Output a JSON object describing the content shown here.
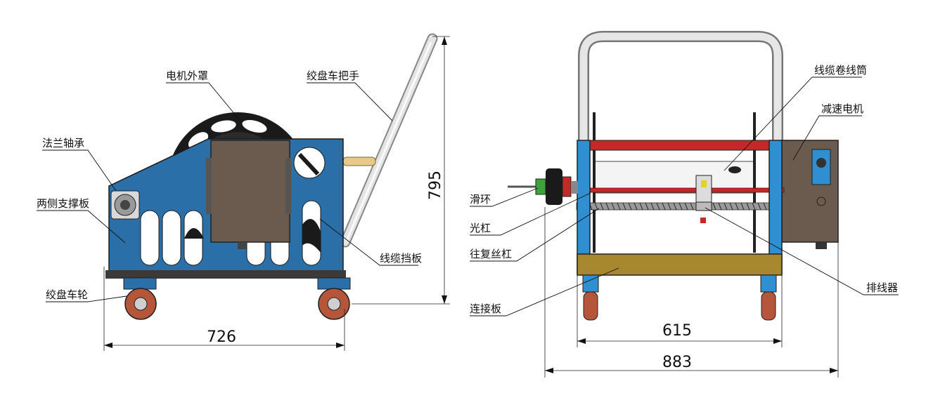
{
  "left_view": {
    "labels": {
      "motor_cover": "电机外罩",
      "handle": "绞盘车把手",
      "flange_bearing": "法兰轴承",
      "side_plate": "两侧支撑板",
      "cable_guard": "线缆挡板",
      "wheel": "绞盘车轮"
    },
    "dims": {
      "width": "726",
      "height": "795"
    }
  },
  "right_view": {
    "labels": {
      "drum": "线缆卷线筒",
      "gear_motor": "减速电机",
      "slip_ring": "滑环",
      "polished_rod": "光杠",
      "lead_screw": "往复丝杠",
      "connect_plate": "连接板",
      "level_winder": "排线器"
    },
    "dims": {
      "inner_width": "615",
      "outer_width": "883"
    }
  },
  "colors": {
    "side_plate_blue": "#2a6fa8",
    "frame_blue": "#2f8fd0",
    "cover_brown": "#6b5a4e",
    "red_bar": "#c62828",
    "connect_plate_gold": "#a8882e",
    "wheel_red": "#b5553a",
    "handle_gray": "#d6d6d6"
  }
}
